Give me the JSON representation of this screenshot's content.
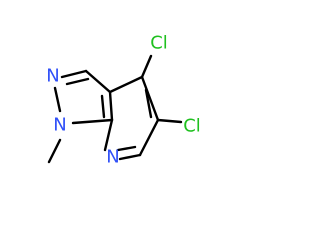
{
  "molecule": {
    "atoms": {
      "n1": {
        "text": "N",
        "color": "#3050F8"
      },
      "n2": {
        "text": "N",
        "color": "#3050F8"
      },
      "n7": {
        "text": "N",
        "color": "#3050F8"
      },
      "cl4": {
        "text": "Cl",
        "color": "#1FC01F"
      },
      "cl5": {
        "text": "Cl",
        "color": "#1FC01F"
      }
    },
    "bond_color": "#000000",
    "background": "#ffffff"
  }
}
